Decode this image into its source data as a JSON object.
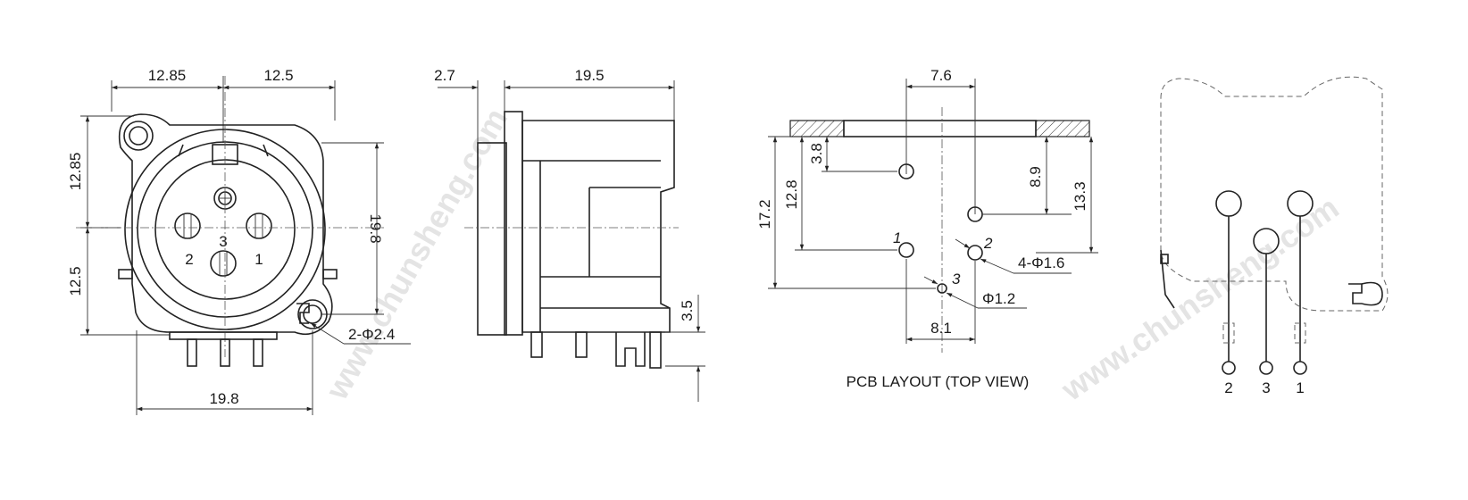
{
  "front_view": {
    "dims": {
      "top_left": "12.85",
      "top_right": "12.5",
      "left_upper": "12.85",
      "left_lower": "12.5",
      "right_height": "19.8",
      "bottom_width": "19.8",
      "hole_callout": "2-Φ2.4"
    },
    "pins": {
      "p1": "1",
      "p2": "2",
      "p3": "3"
    }
  },
  "side_view": {
    "dims": {
      "flange": "2.7",
      "body": "19.5",
      "pin_length": "3.5"
    }
  },
  "pcb_layout": {
    "caption": "PCB LAYOUT (TOP VIEW)",
    "dims": {
      "top_spacing": "7.6",
      "left_outer": "17.2",
      "left_inner": "12.8",
      "left_small": "3.8",
      "right_inner": "8.9",
      "right_outer": "13.3",
      "bottom_spacing": "8.1",
      "large_hole_callout": "4-Φ1.6",
      "small_hole_callout": "Φ1.2"
    },
    "pins": {
      "p1": "1",
      "p2": "2",
      "p3": "3"
    }
  },
  "rear_view": {
    "pins": {
      "p2": "2",
      "p3": "3",
      "p1": "1"
    }
  },
  "watermarks": [
    "www.chunsheng.com",
    "www.chunsheng.com"
  ]
}
